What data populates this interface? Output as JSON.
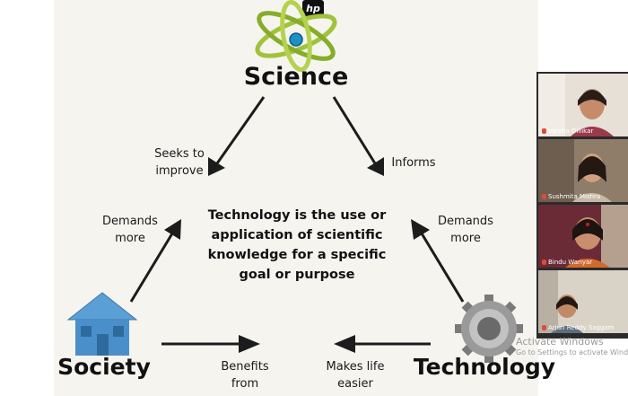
{
  "slide": {
    "hp_logo": "hp",
    "science": "Science",
    "society": "Society",
    "technology": "Technology",
    "seeks_line1": "Seeks to",
    "seeks_line2": "improve",
    "informs": "Informs",
    "demands_left_1": "Demands",
    "demands_left_2": "more",
    "demands_right_1": "Demands",
    "demands_right_2": "more",
    "benefits_1": "Benefits",
    "benefits_2": "from",
    "makes_1": "Makes life",
    "makes_2": "easier",
    "center_1": "Technology is the use or",
    "center_2": "application of scientific",
    "center_3": "knowledge for a specific",
    "center_4": "goal or purpose"
  },
  "participants": [
    {
      "name": "Varsha Dillikar"
    },
    {
      "name": "Sushmita Mishra"
    },
    {
      "name": "Bindu Wariyar"
    },
    {
      "name": "Arjun Reddy Saggam"
    }
  ],
  "watermark": {
    "line1": "Activate Windows",
    "line2": "Go to Settings to activate Windows."
  },
  "colors": {
    "science_green": "#9fc33a",
    "house_blue": "#4a8fc9",
    "gear_gray": "#8a8a8a",
    "slide_bg": "#f6f4ef"
  },
  "icons": [
    "atom-icon",
    "house-icon",
    "gear-icon",
    "hp-logo-icon",
    "microphone-icon"
  ]
}
